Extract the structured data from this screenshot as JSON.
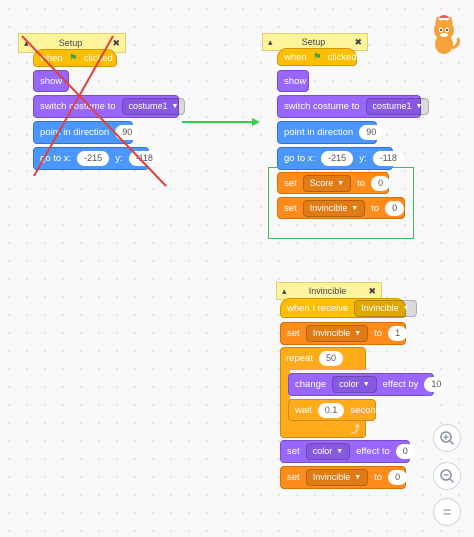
{
  "left_script": {
    "comment": "Setup",
    "hat": {
      "text": "when",
      "suffix": "clicked"
    },
    "show": "show",
    "switch_costume": {
      "label": "switch costume to",
      "value": "costume1"
    },
    "point": {
      "label": "point in direction",
      "value": "90"
    },
    "goto": {
      "label": "go to x:",
      "x": "-215",
      "ylabel": "y:",
      "y": "-118"
    }
  },
  "right_script": {
    "comment": "Setup",
    "hat": {
      "text": "when",
      "suffix": "clicked"
    },
    "show": "show",
    "switch_costume": {
      "label": "switch costume to",
      "value": "costume1"
    },
    "point": {
      "label": "point in direction",
      "value": "90"
    },
    "goto": {
      "label": "go to x:",
      "x": "-215",
      "ylabel": "y:",
      "y": "-118"
    },
    "set_score": {
      "label": "set",
      "var": "Score",
      "to": "to",
      "value": "0"
    },
    "set_invincible": {
      "label": "set",
      "var": "Invincible",
      "to": "to",
      "value": "0"
    }
  },
  "invincible_script": {
    "comment": "Invincible",
    "receive": {
      "label": "when I receive",
      "value": "Invincible"
    },
    "set_inv1": {
      "label": "set",
      "var": "Invincible",
      "to": "to",
      "value": "1"
    },
    "repeat": {
      "label": "repeat",
      "value": "50"
    },
    "change_effect": {
      "label": "change",
      "effect": "color",
      "by": "effect by",
      "value": "10"
    },
    "wait": {
      "label": "wait",
      "value": "0.1",
      "suffix": "seconds"
    },
    "set_effect": {
      "label": "set",
      "effect": "color",
      "to": "effect to",
      "value": "0"
    },
    "set_inv0": {
      "label": "set",
      "var": "Invincible",
      "to": "to",
      "value": "0"
    }
  },
  "zoom": {
    "in": "+",
    "out": "−",
    "reset": "="
  },
  "colors": {
    "arrow": "#2fd04a",
    "cross": "#e0403a",
    "highlight": "#3fc04a"
  }
}
